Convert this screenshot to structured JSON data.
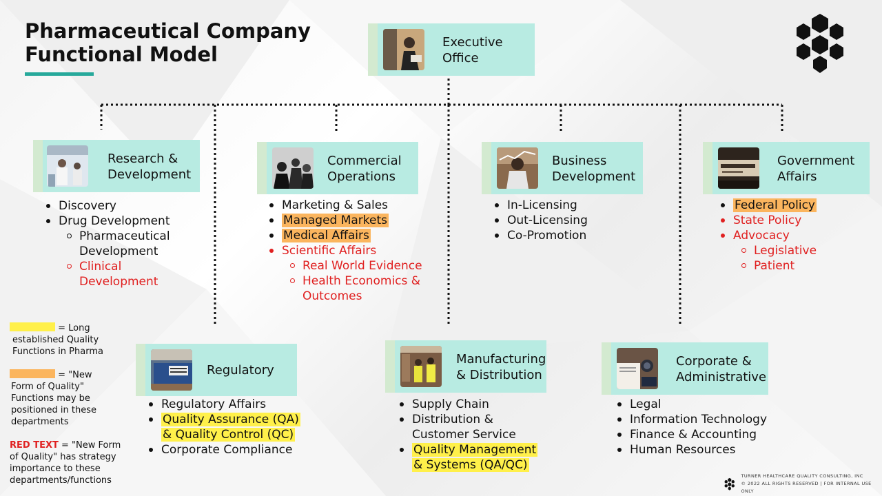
{
  "title": {
    "line1": "Pharmaceutical Company",
    "line2": "Functional Model"
  },
  "logo_icon": "hexagon-cluster-logo",
  "nodes": {
    "executive": {
      "line1": "Executive",
      "line2": "Office",
      "image": "business-meeting-photo"
    },
    "research": {
      "line1": "Research &",
      "line2": "Development",
      "image": "laboratory-photo"
    },
    "commercial": {
      "line1": "Commercial",
      "line2": "Operations",
      "image": "team-meeting-photo"
    },
    "business": {
      "line1": "Business",
      "line2": "Development",
      "image": "business-chart-photo"
    },
    "government": {
      "line1": "Government",
      "line2": "Affairs",
      "image": "advocacy-dictionary-photo"
    },
    "regulatory": {
      "line1": "Regulatory",
      "image": "regulatory-compliance-binder-photo"
    },
    "manufacturing": {
      "line1": "Manufacturing",
      "line2": "& Distribution",
      "image": "warehouse-workers-photo"
    },
    "corporate": {
      "line1": "Corporate &",
      "line2": "Administrative",
      "image": "desk-paperwork-photo"
    }
  },
  "lists": {
    "research": {
      "discovery": "Discovery",
      "drug_dev": "Drug Development",
      "pharma_dev_1": "Pharmaceutical",
      "pharma_dev_2": "Development",
      "clinical_1": "Clinical",
      "clinical_2": "Development"
    },
    "commercial": {
      "marketing": "Marketing & Sales",
      "managed": "Managed Markets",
      "medical": "Medical Affairs",
      "scientific": "Scientific Affairs",
      "rwe": "Real World Evidence",
      "heo_1": "Health Economics &",
      "heo_2": "Outcomes"
    },
    "business": {
      "in": "In-Licensing",
      "out": "Out-Licensing",
      "co": "Co-Promotion"
    },
    "government": {
      "federal": "Federal Policy",
      "state": "State Policy",
      "advocacy": "Advocacy",
      "legislative": "Legislative",
      "patient": "Patient"
    },
    "regulatory": {
      "affairs": "Regulatory Affairs",
      "qa_1": "Quality Assurance (QA)",
      "qa_2": "& Quality Control (QC)",
      "compliance": "Corporate Compliance"
    },
    "manufacturing": {
      "supply": "Supply Chain",
      "dist_1": "Distribution &",
      "dist_2": "Customer Service",
      "qm_1": "Quality Management",
      "qm_2": "& Systems (QA/QC)"
    },
    "corporate": {
      "legal": "Legal",
      "it": "Information Technology",
      "finance": "Finance & Accounting",
      "hr": "Human Resources"
    }
  },
  "legend": {
    "yellow_text_1": "= Long",
    "yellow_text_2": "established Quality",
    "yellow_text_3": "Functions in Pharma",
    "orange_text_1": "= \"New",
    "orange_text_2": "Form of Quality\"",
    "orange_text_3": "Functions may be",
    "orange_text_4": "positioned in these",
    "orange_text_5": "departments",
    "red_word": "RED TEXT",
    "red_text_1": "= \"New Form",
    "red_text_2": "of Quality\" has strategy",
    "red_text_3": "importance to these",
    "red_text_4": "departments/functions"
  },
  "colors": {
    "node_fill": "#b8ebe2",
    "accent": "#27a99b",
    "highlight_yellow": "#fff04a",
    "highlight_orange": "#fbb55e",
    "red_text": "#e02020"
  },
  "footer": {
    "line1": "TURNER HEALTHCARE QUALITY CONSULTING, INC",
    "line2": "© 2022 ALL RIGHTS RESERVED | FOR INTERNAL USE ONLY"
  }
}
